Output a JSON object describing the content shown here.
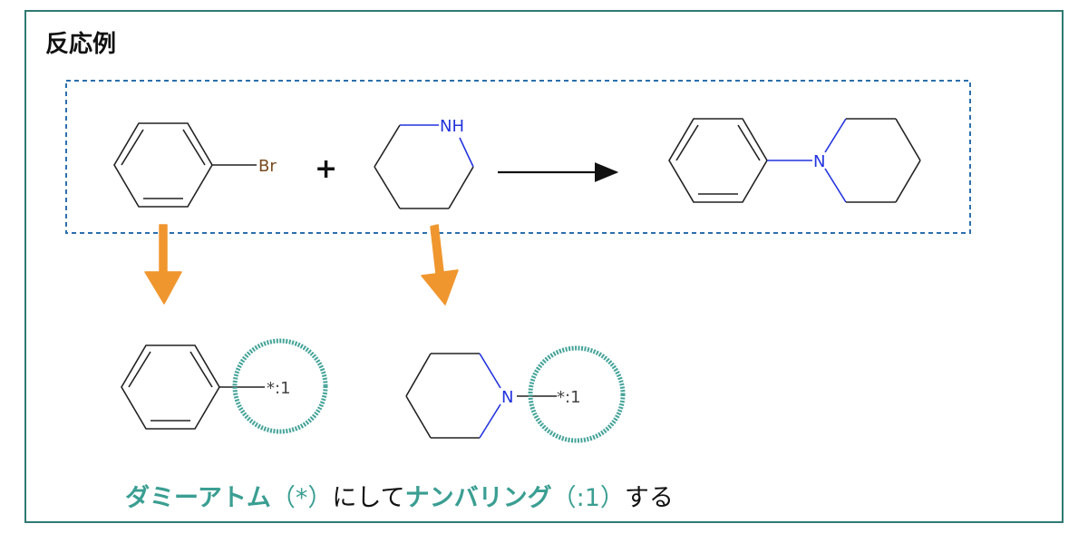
{
  "title": "反応例",
  "reaction": {
    "reactant1_label": "Br",
    "plus": "+",
    "reactant2_label": "NH",
    "product_label": "N"
  },
  "fragments": {
    "frag1_dummy": "*:1",
    "frag2_atom": "N",
    "frag2_dummy": "*:1"
  },
  "caption": {
    "part1": "ダミーアトム",
    "part2": "（*）",
    "part3": "にして",
    "part4": "ナンバリング",
    "part5": "（:1）",
    "part6": "する"
  },
  "colors": {
    "frame": "#2f7a72",
    "dotted_box": "#2c6fad",
    "arrow_orange": "#f0962e",
    "circle_teal": "#3a9e92",
    "nitrogen": "#2233dd",
    "bromine": "#7a4a1e"
  }
}
